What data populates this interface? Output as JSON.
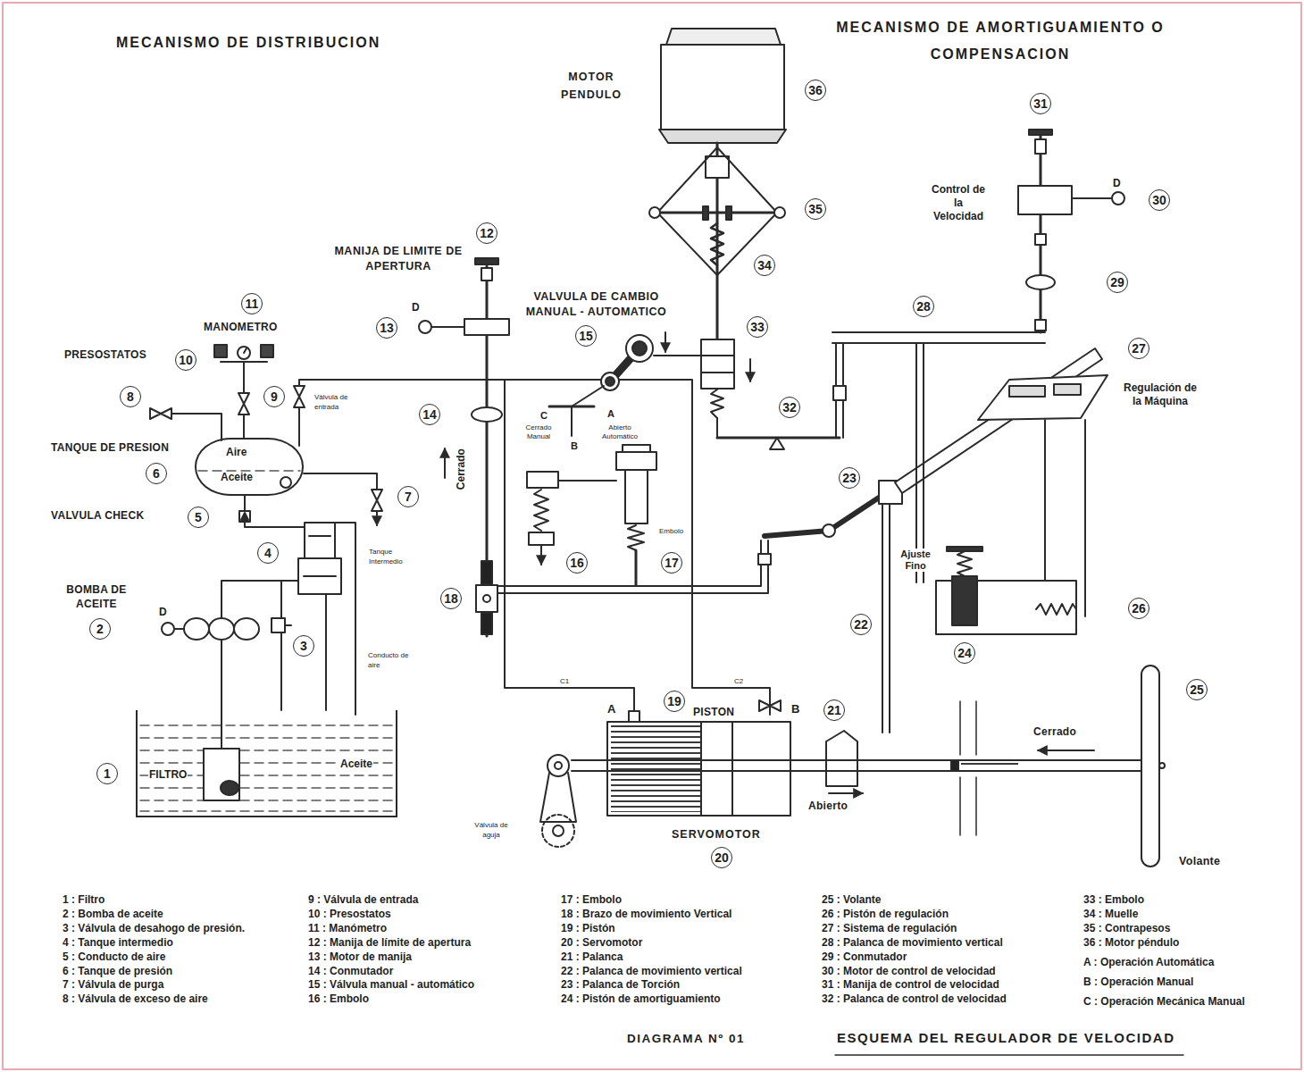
{
  "diagram": {
    "title": "ESQUEMA DEL REGULADOR DE VELOCIDAD",
    "caption": "DIAGRAMA Nº 01",
    "nodes": [
      {
        "text": [
          "1"
        ]
      },
      {
        "text": [
          "2"
        ]
      },
      {
        "text": [
          "3"
        ]
      },
      {
        "text": [
          "4"
        ]
      },
      {
        "text": [
          "5"
        ]
      },
      {
        "text": [
          "6"
        ]
      },
      {
        "text": [
          "7"
        ]
      },
      {
        "text": [
          "8"
        ]
      },
      {
        "text": [
          "9"
        ]
      },
      {
        "text": [
          "10"
        ]
      },
      {
        "text": [
          "11"
        ]
      },
      {
        "text": [
          "12"
        ]
      },
      {
        "text": [
          "13"
        ]
      },
      {
        "text": [
          "14"
        ]
      },
      {
        "text": [
          "15"
        ]
      },
      {
        "text": [
          "16"
        ]
      },
      {
        "text": [
          "17"
        ]
      },
      {
        "text": [
          "18"
        ]
      },
      {
        "text": [
          "19"
        ]
      },
      {
        "text": [
          "20"
        ]
      },
      {
        "text": [
          "21"
        ]
      },
      {
        "text": [
          "22"
        ]
      },
      {
        "text": [
          "23"
        ]
      },
      {
        "text": [
          "24"
        ]
      },
      {
        "text": [
          "25"
        ]
      },
      {
        "text": [
          "26"
        ]
      },
      {
        "text": [
          "27"
        ]
      },
      {
        "text": [
          "28"
        ]
      },
      {
        "text": [
          "29"
        ]
      },
      {
        "text": [
          "30"
        ]
      },
      {
        "text": [
          "31"
        ]
      },
      {
        "text": [
          "32"
        ]
      },
      {
        "text": [
          "33"
        ]
      },
      {
        "text": [
          "34"
        ]
      },
      {
        "text": [
          "35"
        ]
      },
      {
        "text": [
          "36"
        ]
      },
      {
        "text": [
          "Aire",
          "Aceite"
        ]
      },
      {
        "text": [
          "FILTRO",
          "Aceite"
        ]
      }
    ],
    "edges": [
      {
        "from": 37,
        "to": 36,
        "arrow": "none"
      }
    ],
    "labels": [
      "MECANISMO DE DISTRIBUCION",
      "MECANISMO DE AMORTIGUAMIENTO O COMPENSACION",
      "MOTOR PENDULO",
      "Control de la Velocidad",
      "D",
      "MANIJA DE LIMITE DE APERTURA",
      "VALVULA DE CAMBIO MANUAL - AUTOMATICO",
      "D",
      "MANOMETRO",
      "PRESOSTATOS",
      "Regulación de la Máquina",
      "Válvula de entrada",
      "TANQUE DE PRESION",
      "C",
      "A",
      "Cerrado Manual",
      "B",
      "Abierto Automático",
      "Cerrado",
      "VALVULA CHECK",
      "Embolo",
      "Tanque Intermedio",
      "Ajuste Fino",
      "BOMBA DE ACEITE",
      "D",
      "Conducto de aire",
      "C1",
      "C2",
      "A",
      "PISTON",
      "B",
      "Cerrado",
      "Abierto",
      "Válvula de aguja",
      "SERVOMOTOR",
      "Volante",
      "1 : Filtro",
      "2 : Bomba de aceite",
      "3 : Válvula de desahogo de presión.",
      "4 : Tanque intermedio",
      "5 : Conducto de aire",
      "6 : Tanque de presión",
      "7 : Válvula de purga",
      "8 : Válvula de exceso de aire",
      "9 : Válvula de entrada",
      "10 : Presostatos",
      "11 : Manómetro",
      "12 : Manija de límite de apertura",
      "13 : Motor de manija",
      "14 : Conmutador",
      "15 : Válvula manual - automático",
      "16 : Embolo",
      "17 : Embolo",
      "18 : Brazo de movimiento Vertical",
      "19 : Pistón",
      "20 : Servomotor",
      "21 : Palanca",
      "22 : Palanca de movimiento vertical",
      "23 : Palanca de Torción",
      "24 : Pistón de amortiguamiento",
      "25 : Volante",
      "26 : Pistón de regulación",
      "27 : Sistema de regulación",
      "28 : Palanca de movimiento vertical",
      "29 : Conmutador",
      "30 : Motor de control de velocidad",
      "31 : Manija de control de velocidad",
      "32 : Palanca de control de velocidad",
      "33 : Embolo",
      "34 : Muelle",
      "35 : Contrapesos",
      "36 : Motor péndulo",
      "A : Operación Automática",
      "B : Operación Manual",
      "C : Operación Mecánica Manual"
    ]
  }
}
